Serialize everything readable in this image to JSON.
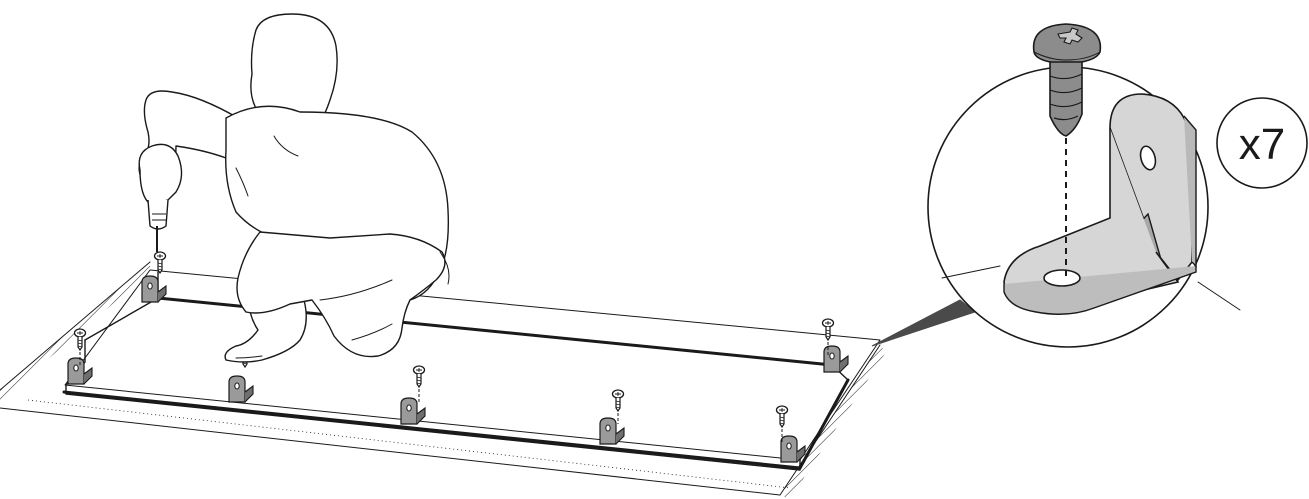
{
  "instruction": {
    "quantity_label": "x7",
    "part": "angle-bracket",
    "fastener": "screw",
    "tool": "power-drill",
    "colors": {
      "ink": "#1a1a1a",
      "screw_gray": "#8c8c8c",
      "bracket_gray": "#d6d6d6",
      "bracket_shadow": "#a8a8a8",
      "callout_pointer": "#4a4a4a"
    }
  }
}
